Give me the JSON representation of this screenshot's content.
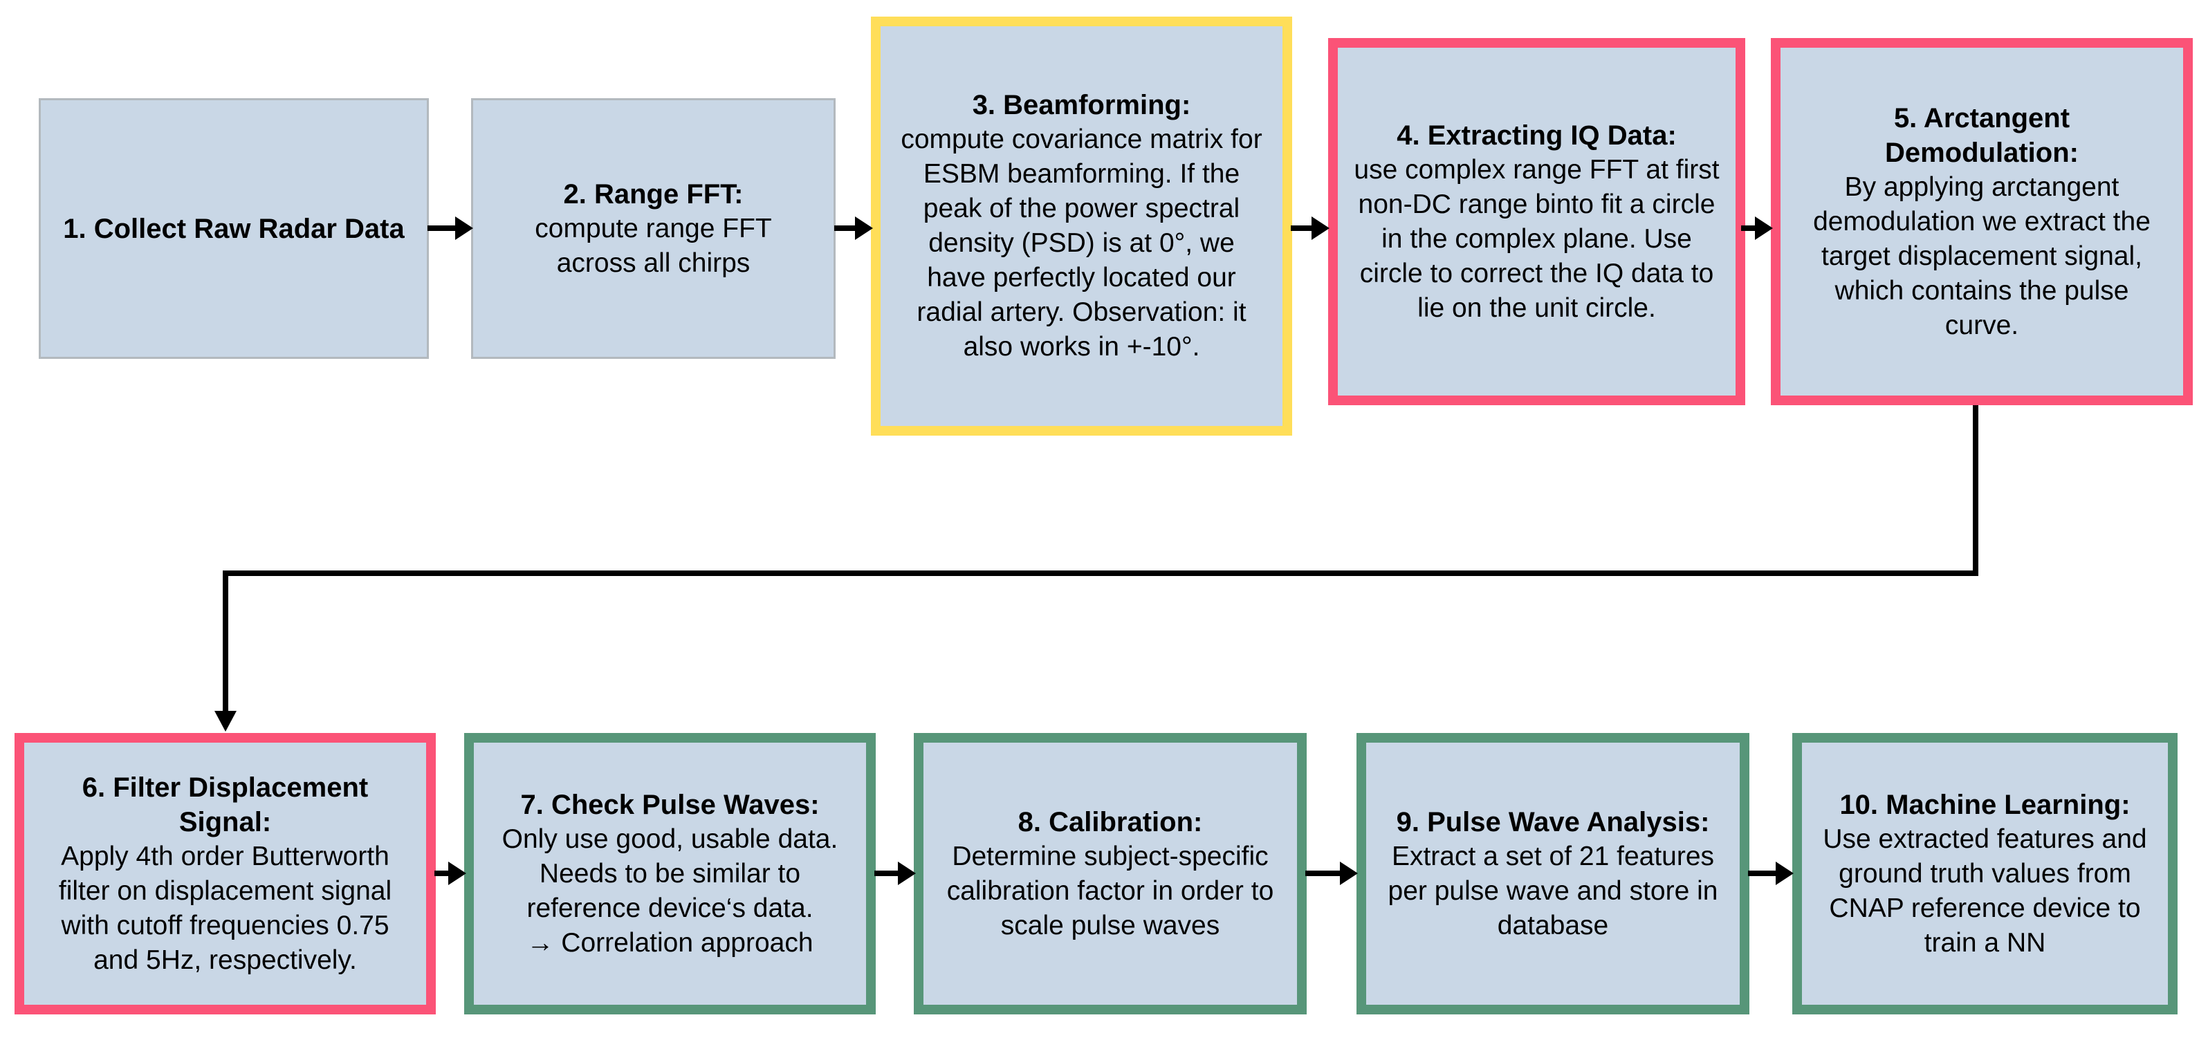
{
  "diagram": {
    "title": "Radar pulse wave processing pipeline flowchart",
    "colors": {
      "box_fill": "#c9d7e6",
      "border_plain": "#b3b9be",
      "border_yellow": "#ffde59",
      "border_pink": "#fb5377",
      "border_green": "#579679",
      "arrow": "#000000"
    },
    "boxes": [
      {
        "id": "1",
        "border": "plain",
        "title": "1. Collect Raw Radar Data",
        "body": ""
      },
      {
        "id": "2",
        "border": "plain",
        "title": "2. Range FFT:",
        "body": "compute range FFT across all chirps"
      },
      {
        "id": "3",
        "border": "yellow",
        "title": "3. Beamforming:",
        "body": "compute covariance matrix for ESBM beamforming. If the peak of the power spectral density (PSD) is at 0°, we have perfectly located our radial artery. Observation: it also works in +-10°."
      },
      {
        "id": "4",
        "border": "pink",
        "title": "4. Extracting IQ Data:",
        "body": "use complex range FFT at first non-DC range binto fit a circle in the complex plane. Use circle to correct the IQ data to lie on the unit circle."
      },
      {
        "id": "5",
        "border": "pink",
        "title": "5. Arctangent Demodulation:",
        "body": "By applying arctangent demodulation we extract the target displacement signal, which contains the pulse curve."
      },
      {
        "id": "6",
        "border": "pink",
        "title": "6. Filter Displacement Signal:",
        "body": "Apply 4th order Butterworth filter on displacement signal with cutoff frequencies 0.75 and 5Hz, respectively."
      },
      {
        "id": "7",
        "border": "green",
        "title": "7. Check Pulse Waves:",
        "body": "Only use good, usable data. Needs to be similar to reference device‘s data.",
        "body2": "→ Correlation approach"
      },
      {
        "id": "8",
        "border": "green",
        "title": "8. Calibration:",
        "body": "Determine subject-specific calibration factor in order to scale pulse waves"
      },
      {
        "id": "9",
        "border": "green",
        "title": "9. Pulse Wave Analysis:",
        "body": "Extract a set of 21 features per pulse wave and store in database"
      },
      {
        "id": "10",
        "border": "green",
        "title": "10. Machine Learning:",
        "body": "Use extracted features and ground truth values from CNAP reference device to train a NN"
      }
    ]
  }
}
